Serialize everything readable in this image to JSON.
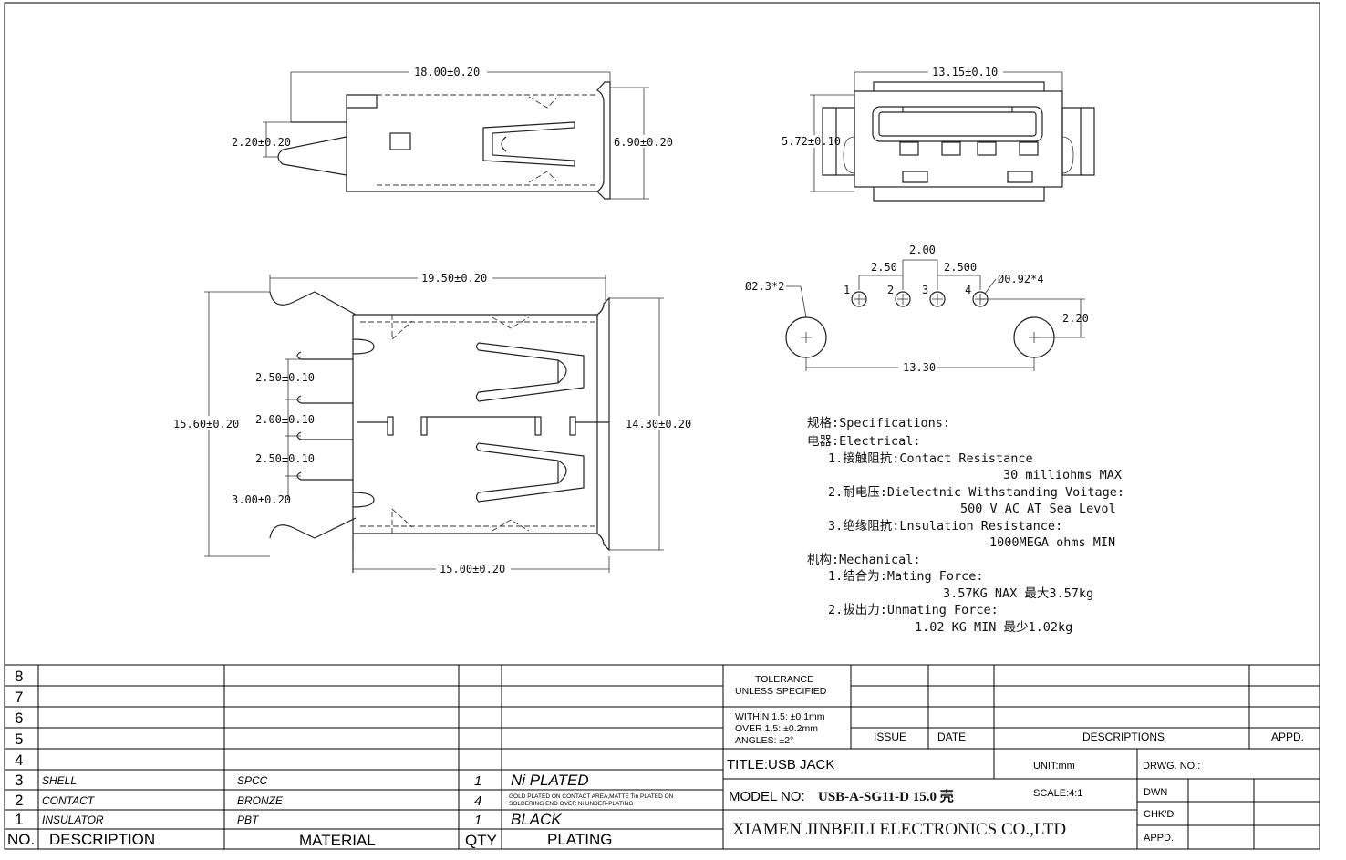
{
  "views": {
    "top_view": {
      "width_dim": "18.00±0.20",
      "height_dim": "6.90±0.20",
      "pin_dim": "2.20±0.20"
    },
    "front_view": {
      "width_dim": "13.15±0.10",
      "height_dim": "5.72±0.10"
    },
    "pcb_layout": {
      "big_hole": "Ø2.3*2",
      "small_hole": "Ø0.92*4",
      "pitch_center": "2.00",
      "pitch_left": "2.50",
      "pitch_right": "2.500",
      "offset": "2.20",
      "span": "13.30",
      "pins": [
        "1",
        "2",
        "3",
        "4"
      ]
    },
    "side_view": {
      "width_dim": "19.50±0.20",
      "height_left": "15.60±0.20",
      "height_right": "14.30±0.20",
      "bottom_dim": "15.00±0.20",
      "pin_dims": [
        "2.50±0.10",
        "2.00±0.10",
        "2.50±0.10",
        "3.00±0.20"
      ]
    }
  },
  "specifications": {
    "title": "规格:Specifications:",
    "electrical": "电器:Electrical:",
    "e1_label": "1.接触阻抗:Contact Resistance",
    "e1_value": "30 milliohms MAX",
    "e2_label": "2.耐电压:Dielectnic Withstanding Voitage:",
    "e2_value": "500 V AC AT Sea Levol",
    "e3_label": "3.绝缘阻抗:Lnsulation Resistance:",
    "e3_value": "1000MEGA ohms MIN",
    "mechanical": "机构:Mechanical:",
    "m1_label": "1.结合为:Mating Force:",
    "m1_value": "3.57KG NAX 最大3.57kg",
    "m2_label": "2.拔出力:Unmating Force:",
    "m2_value": "1.02 KG MIN 最少1.02kg"
  },
  "bom": {
    "row_numbers": [
      "8",
      "7",
      "6",
      "5",
      "4",
      "3",
      "2",
      "1"
    ],
    "rows": [
      {
        "no": "3",
        "description": "SHELL",
        "material": "SPCC",
        "qty": "1",
        "plating": "Ni PLATED"
      },
      {
        "no": "2",
        "description": "CONTACT",
        "material": "BRONZE",
        "qty": "4",
        "plating_line1": "GOLD PLATED ON CONTACT AREA,MATTE Tin PLATED ON",
        "plating_line2": "SOLDERING END OVER Ni UNDER-PLATING"
      },
      {
        "no": "1",
        "description": "INSULATOR",
        "material": "PBT",
        "qty": "1",
        "plating": "BLACK"
      }
    ],
    "headers": {
      "no": "NO.",
      "description": "DESCRIPTION",
      "material": "MATERIAL",
      "qty": "QTY",
      "plating": "PLATING"
    }
  },
  "title_block": {
    "tolerance_line1": "TOLERANCE",
    "tolerance_line2": "UNLESS SPECIFIED",
    "within": "WITHIN 1.5: ±0.1mm",
    "over": "OVER 1.5:  ±0.2mm",
    "angles": "ANGLES: ±2°",
    "issue": "ISSUE",
    "date": "DATE",
    "descriptions": "DESCRIPTIONS",
    "appd": "APPD.",
    "title": "TITLE:USB JACK",
    "unit": "UNIT:mm",
    "drwg_no": "DRWG. NO.:",
    "model_label": "MODEL NO:",
    "model_value": "USB-A-SG11-D 15.0 壳",
    "scale": "SCALE:4:1",
    "dwn": "DWN",
    "chkd": "CHK'D",
    "appd2": "APPD.",
    "company": "XIAMEN JINBEILI ELECTRONICS CO.,LTD"
  }
}
